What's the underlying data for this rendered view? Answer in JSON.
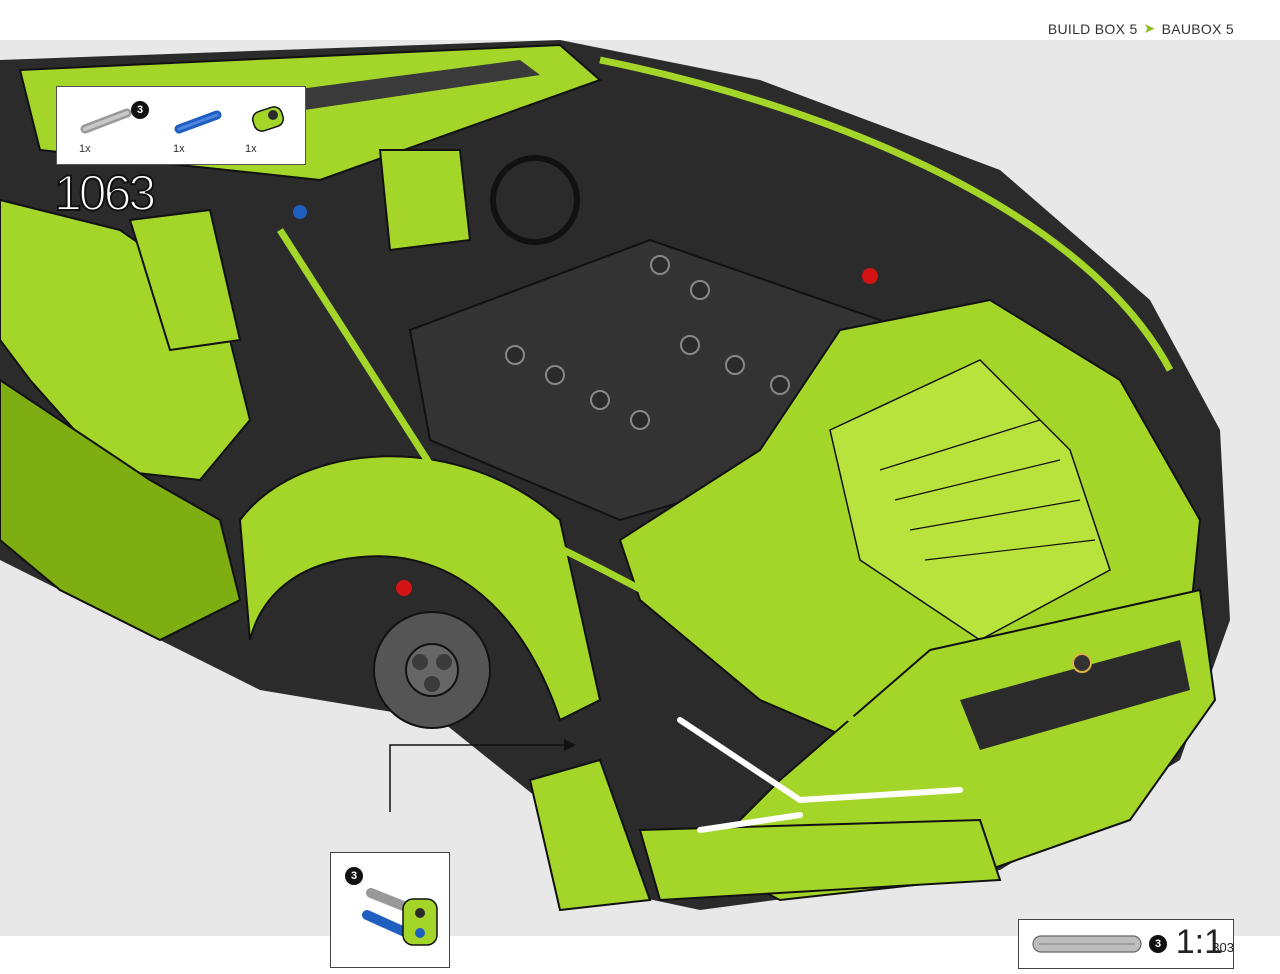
{
  "header": {
    "crumb_en": "BUILD BOX 5",
    "crumb_de": "BAUBOX 5",
    "separator": "›"
  },
  "step": {
    "number": "1063"
  },
  "parts_list": {
    "items": [
      {
        "name": "grey-axle-pin",
        "badge": "3",
        "qty": "1x",
        "color": "#a8a8a8"
      },
      {
        "name": "blue-axle-pin",
        "qty": "1x",
        "color": "#1f5fbf"
      },
      {
        "name": "lime-connector",
        "qty": "1x",
        "color": "#a4d62a"
      }
    ]
  },
  "callout": {
    "badge": "3"
  },
  "scale": {
    "badge": "3",
    "ratio": "1:1"
  },
  "page": {
    "number": "303"
  },
  "colors": {
    "lime": "#a4d62a",
    "lime_dark": "#7fae12",
    "body_black": "#2b2b2b",
    "background": "#e8e8e8",
    "accent_red": "#d41414",
    "accent_blue": "#1f5fbf"
  }
}
